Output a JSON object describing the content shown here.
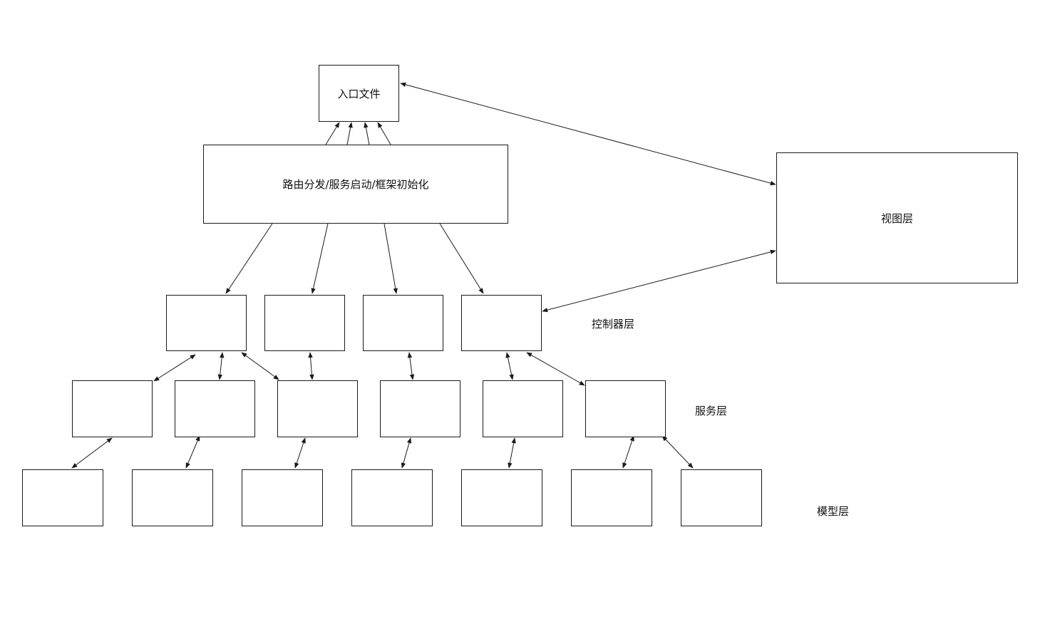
{
  "nodes": {
    "entry": "入口文件",
    "router": "路由分发/服务启动/框架初始化",
    "view": "视图层"
  },
  "layers": {
    "controller": "控制器层",
    "service": "服务层",
    "model": "模型层"
  }
}
